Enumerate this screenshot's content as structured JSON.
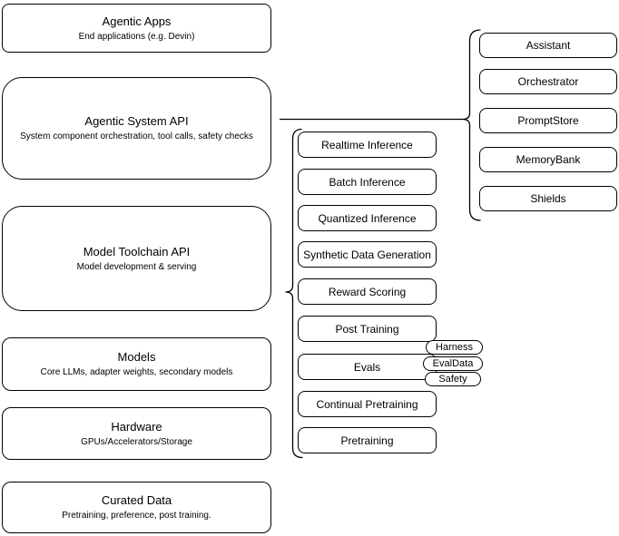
{
  "left_column": [
    {
      "title": "Agentic Apps",
      "subtitle": "End applications (e.g. Devin)"
    },
    {
      "title": "Agentic System API",
      "subtitle": "System component orchestration, tool calls, safety checks"
    },
    {
      "title": "Model Toolchain API",
      "subtitle": "Model development & serving"
    },
    {
      "title": "Models",
      "subtitle": "Core LLMs, adapter weights, secondary models"
    },
    {
      "title": "Hardware",
      "subtitle": "GPUs/Accelerators/Storage"
    },
    {
      "title": "Curated Data",
      "subtitle": "Pretraining, preference, post training."
    }
  ],
  "toolchain_items": [
    "Realtime Inference",
    "Batch Inference",
    "Quantized Inference",
    "Synthetic Data Generation",
    "Reward Scoring",
    "Post Training",
    "Evals",
    "Continual Pretraining",
    "Pretraining"
  ],
  "eval_tags": [
    "Harness",
    "EvalData",
    "Safety"
  ],
  "system_components": [
    "Assistant",
    "Orchestrator",
    "PromptStore",
    "MemoryBank",
    "Shields"
  ],
  "colors": {
    "stroke": "#000000",
    "fill": "#ffffff",
    "canvas_background": "#ffffff"
  }
}
